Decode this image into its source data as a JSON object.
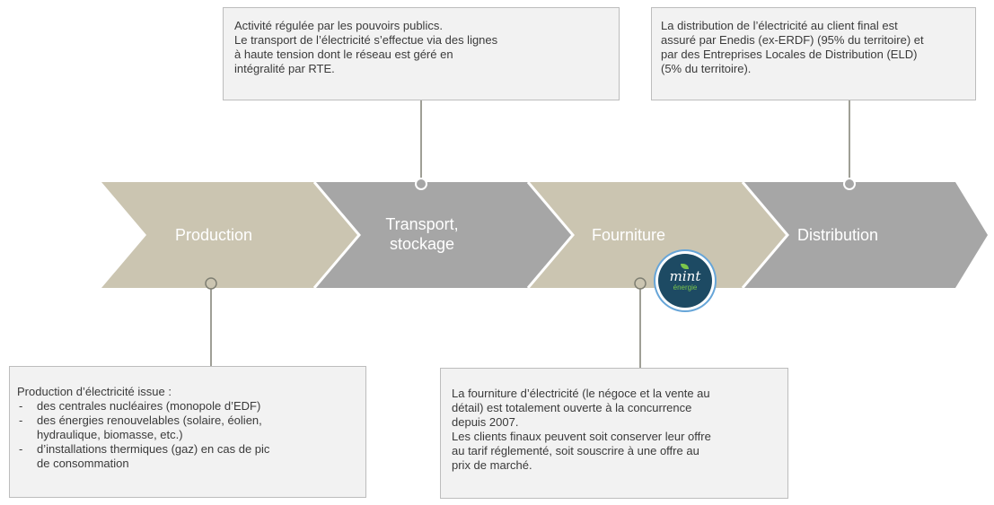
{
  "stages": [
    {
      "label_lines": [
        "Production"
      ]
    },
    {
      "label_lines": [
        "Transport,",
        "stockage"
      ]
    },
    {
      "label_lines": [
        "Fourniture"
      ]
    },
    {
      "label_lines": [
        "Distribution"
      ]
    }
  ],
  "colors": {
    "beige": "#cbc5b1",
    "grey": "#a6a6a6",
    "connector": "#7f7f73",
    "box_bg": "#f2f2f2",
    "box_border": "#bdbdbd"
  },
  "transport_box": {
    "lines": [
      "Activité régulée par les pouvoirs publics.",
      "Le transport de l’électricité s’effectue via des lignes",
      "à haute tension dont le réseau est géré en",
      "intégralité par RTE."
    ]
  },
  "distribution_box": {
    "lines": [
      "La distribution de l’électricité au client final est",
      "assuré par Enedis (ex-ERDF) (95% du territoire) et",
      "par des Entreprises Locales de Distribution (ELD)",
      "(5% du territoire)."
    ]
  },
  "production_box": {
    "intro": "Production d’électricité issue :",
    "items": [
      [
        "des centrales nucléaires (monopole d’EDF)"
      ],
      [
        "des énergies renouvelables (solaire, éolien,",
        "hydraulique, biomasse, etc.)"
      ],
      [
        "d’installations thermiques (gaz) en cas de pic",
        "de consommation"
      ]
    ]
  },
  "fourniture_box": {
    "lines": [
      "La fourniture d’électricité (le négoce et la vente au",
      "détail) est totalement ouverte à la concurrence",
      "depuis 2007.",
      "Les clients finaux peuvent soit conserver leur offre",
      "au tarif réglementé, soit souscrire à une offre au",
      "prix de marché."
    ]
  },
  "logo": {
    "main": "mint",
    "sub": "énergie",
    "icon": "mint-energie-logo"
  }
}
